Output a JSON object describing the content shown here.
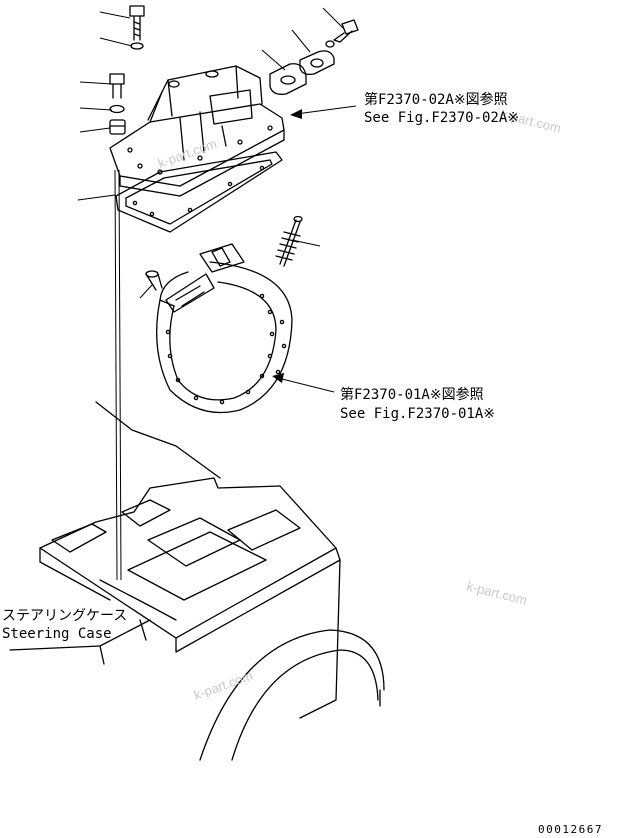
{
  "references": {
    "upper_jp": "第F2370-02A※図参照",
    "upper_en": "See Fig.F2370-02A※",
    "lower_jp": "第F2370-01A※図参照",
    "lower_en": "See Fig.F2370-01A※"
  },
  "case_label": {
    "jp": "ステアリングケース",
    "en": "Steering Case"
  },
  "watermarks": [
    "k-part.com",
    "k-part.com",
    "k-part.com",
    "k-part.com"
  ],
  "drawing_number": "00012667"
}
